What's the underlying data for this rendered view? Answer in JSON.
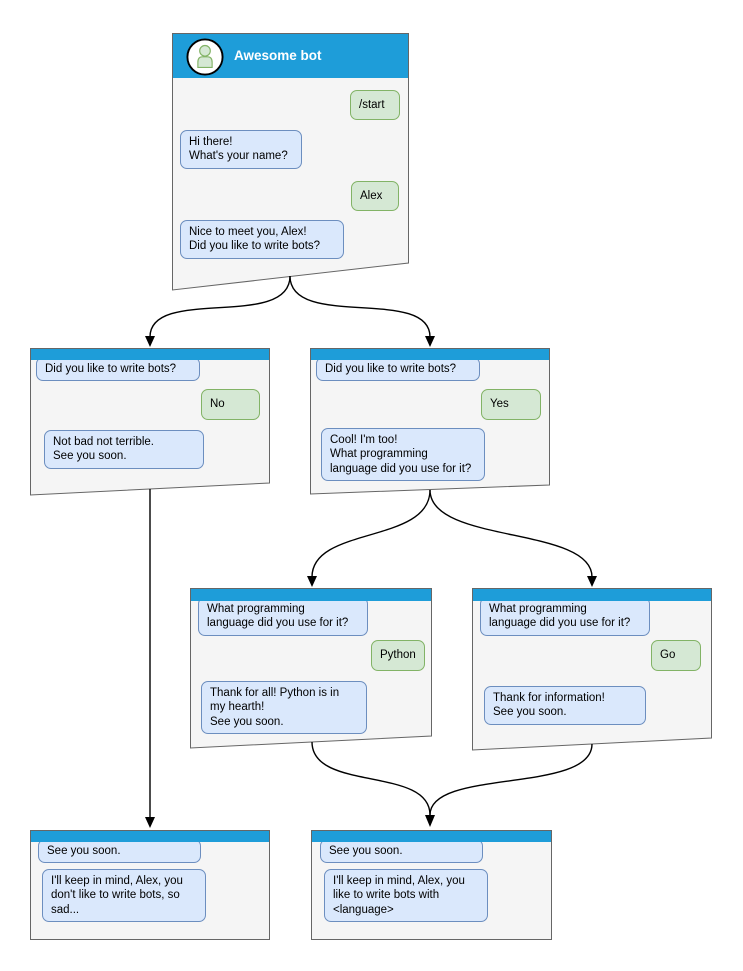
{
  "colors": {
    "header_blue": "#1E9DD9",
    "window_fill": "#F5F5F5",
    "window_border": "#666666",
    "bot_bubble_fill": "#DAE8FC",
    "bot_bubble_border": "#6C8EBF",
    "user_bubble_fill": "#D5E8D4",
    "user_bubble_border": "#82B366",
    "arrow": "#000000"
  },
  "diagram": {
    "windows": [
      {
        "name": "start",
        "title": "Awesome bot",
        "messages": [
          {
            "side": "user",
            "text": "/start"
          },
          {
            "side": "bot",
            "text": "Hi there!\nWhat's your name?"
          },
          {
            "side": "user",
            "text": "Alex"
          },
          {
            "side": "bot",
            "text": "Nice to meet you, Alex!\nDid you like to write bots?"
          }
        ]
      },
      {
        "name": "branch-no",
        "messages": [
          {
            "side": "bot",
            "text": "Did you like to write bots?"
          },
          {
            "side": "user",
            "text": "No"
          },
          {
            "side": "bot",
            "text": "Not bad not terrible.\nSee you soon."
          }
        ]
      },
      {
        "name": "branch-yes",
        "messages": [
          {
            "side": "bot",
            "text": "Did you like to write bots?"
          },
          {
            "side": "user",
            "text": "Yes"
          },
          {
            "side": "bot",
            "text": "Cool! I'm too!\nWhat programming\nlanguage did you use for it?"
          }
        ]
      },
      {
        "name": "branch-python",
        "messages": [
          {
            "side": "bot",
            "text": "What programming\nlanguage did you use for it?"
          },
          {
            "side": "user",
            "text": "Python"
          },
          {
            "side": "bot",
            "text": "Thank for all! Python is in\nmy hearth!\nSee you soon."
          }
        ]
      },
      {
        "name": "branch-go",
        "messages": [
          {
            "side": "bot",
            "text": "What programming\nlanguage did you use for it?"
          },
          {
            "side": "user",
            "text": "Go"
          },
          {
            "side": "bot",
            "text": "Thank for information!\nSee you soon."
          }
        ]
      },
      {
        "name": "end-no",
        "messages": [
          {
            "side": "bot",
            "text": "See you soon."
          },
          {
            "side": "bot",
            "text": "I'll keep in mind, Alex, you\ndon't like to write bots, so\nsad..."
          }
        ]
      },
      {
        "name": "end-yes",
        "messages": [
          {
            "side": "bot",
            "text": "See you soon."
          },
          {
            "side": "bot",
            "text": "I'll keep in mind, Alex, you\nlike to write bots with\n<language>"
          }
        ]
      }
    ]
  }
}
